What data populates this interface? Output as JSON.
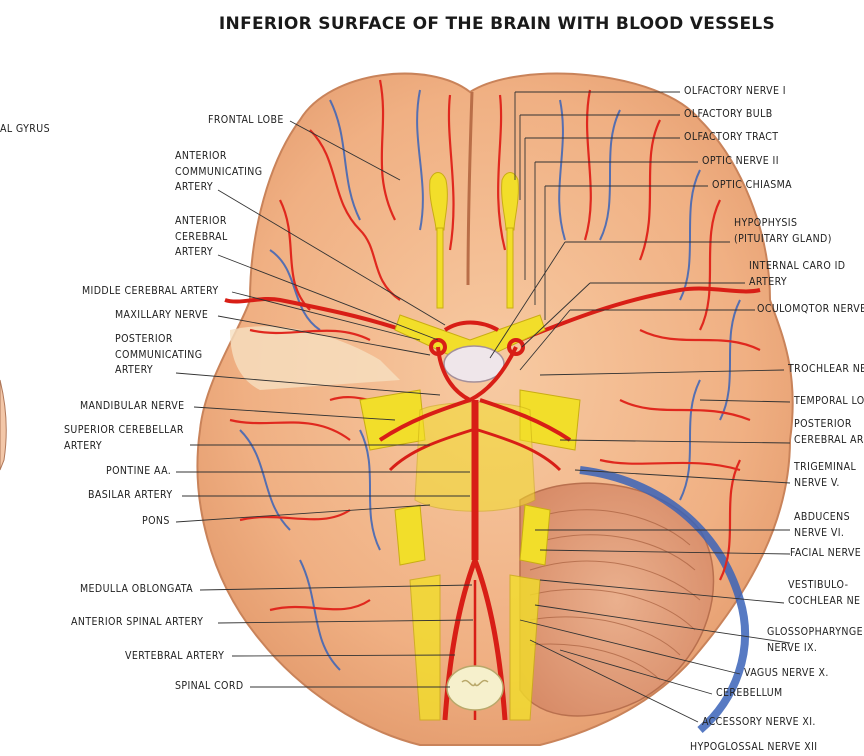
{
  "title": "INFERIOR SURFACE OF THE BRAIN WITH BLOOD VESSELS",
  "labels_left": {
    "gyrus_fragment": "AL GYRUS",
    "frontal_lobe": "FRONTAL LOBE",
    "anterior_communicating_artery": "ANTERIOR\nCOMMUNICATING\nARTERY",
    "anterior_cerebral_artery": "ANTERIOR\nCEREBRAL\nARTERY",
    "middle_cerebral_artery": "MIDDLE CEREBRAL ARTERY",
    "maxillary_nerve": "MAXILLARY NERVE",
    "posterior_communicating_artery": "POSTERIOR\nCOMMUNICATING\nARTERY",
    "mandibular_nerve": "MANDIBULAR NERVE",
    "superior_cerebellar_artery": "SUPERIOR CEREBELLAR\nARTERY",
    "pontine_aa": "PONTINE AA.",
    "basilar_artery": "BASILAR ARTERY",
    "pons": "PONS",
    "medulla_oblongata": "MEDULLA OBLONGATA",
    "anterior_spinal_artery": "ANTERIOR SPINAL ARTERY",
    "vertebral_artery": "VERTEBRAL ARTERY",
    "spinal_cord": "SPINAL CORD"
  },
  "labels_right": {
    "olfactory_nerve": "OLFACTORY NERVE I",
    "olfactory_bulb": "OLFACTORY BULB",
    "olfactory_tract": "OLFACTORY TRACT",
    "optic_nerve": "OPTIC NERVE II",
    "optic_chiasma": "OPTIC CHIASMA",
    "hypophysis": "HYPOPHYSIS\n(PITUITARY GLAND)",
    "internal_carotid_artery": "INTERNAL CARO ID\nARTERY",
    "oculomotor_nerve": "OCULOMQTOR NERVE",
    "trochlear_nerve": "TROCHLEAR NE",
    "temporal_lobe": "TEMPORAL LO",
    "posterior_cerebral_artery": "POSTERIOR\nCEREBRAL AR",
    "trigeminal_nerve": "TRIGEMINAL\nNERVE V.",
    "abducens_nerve": "ABDUCENS\nNERVE VI.",
    "facial_nerve": "FACIAL NERVE",
    "vestibulo_cochlear_nerve": "VESTIBULO-\nCOCHLEAR NE",
    "glossopharyngeal_nerve": "GLOSSOPHARYNGE\nNERVE IX.",
    "vagus_nerve": "VAGUS NERVE X.",
    "cerebellum": "CEREBELLUM",
    "accessory_nerve": "ACCESSORY NERVE XI.",
    "hypoglossal_nerve": "HYPOGLOSSAL NERVE XII"
  },
  "colors": {
    "brain_fill": "#f2b98c",
    "brain_edge": "#d98a5c",
    "artery": "#e0281e",
    "vein": "#3a63b8",
    "nerve": "#f2de2a",
    "leader": "#333333"
  }
}
